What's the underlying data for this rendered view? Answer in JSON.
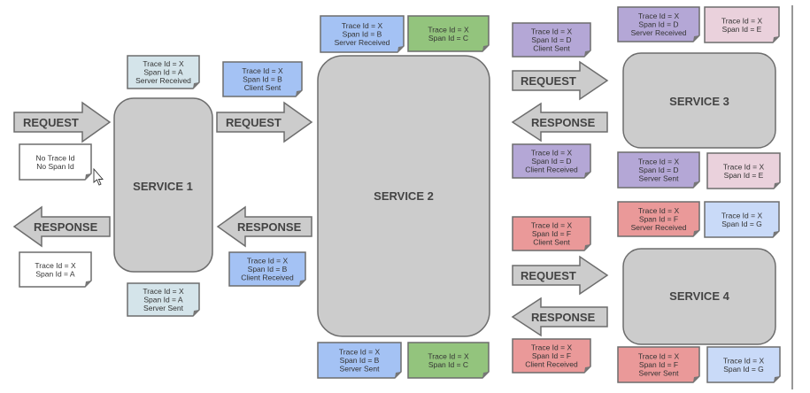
{
  "colors": {
    "service_fill": "#cccccc",
    "arrow_fill": "#cccccc",
    "outline": "#6d6d6d",
    "white_note": "#ffffff",
    "service1_note": "#d4e4ea",
    "span_b_note": "#a4c2f4",
    "span_c_note": "#93c47d",
    "span_d_note": "#b4a7d6",
    "span_e_note": "#ead1dc",
    "span_f_note": "#ea9999",
    "span_g_note": "#c9daf8"
  },
  "services": [
    {
      "id": "s1",
      "label": "SERVICE 1"
    },
    {
      "id": "s2",
      "label": "SERVICE 2"
    },
    {
      "id": "s3",
      "label": "SERVICE 3"
    },
    {
      "id": "s4",
      "label": "SERVICE 4"
    }
  ],
  "arrows": [
    {
      "id": "req-in",
      "dir": "right",
      "label": "REQUEST"
    },
    {
      "id": "resp-out",
      "dir": "left",
      "label": "RESPONSE"
    },
    {
      "id": "req-s1-s2",
      "dir": "right",
      "label": "REQUEST"
    },
    {
      "id": "resp-s2-s1",
      "dir": "left",
      "label": "RESPONSE"
    },
    {
      "id": "req-s2-s3",
      "dir": "right",
      "label": "REQUEST"
    },
    {
      "id": "resp-s3-s2",
      "dir": "left",
      "label": "RESPONSE"
    },
    {
      "id": "req-s2-s4",
      "dir": "right",
      "label": "REQUEST"
    },
    {
      "id": "resp-s4-s2",
      "dir": "left",
      "label": "RESPONSE"
    }
  ],
  "notes": [
    {
      "id": "incoming",
      "color": "white_note",
      "lines": [
        "No Trace Id",
        "No Span Id"
      ]
    },
    {
      "id": "outgoing",
      "color": "white_note",
      "lines": [
        "Trace Id = X",
        "Span Id = A"
      ]
    },
    {
      "id": "s1-sr",
      "color": "service1_note",
      "lines": [
        "Trace Id = X",
        "Span Id = A",
        "Server Received"
      ]
    },
    {
      "id": "s1-ss",
      "color": "service1_note",
      "lines": [
        "Trace Id = X",
        "Span Id = A",
        "Server Sent"
      ]
    },
    {
      "id": "s1-cs",
      "color": "span_b_note",
      "lines": [
        "Trace Id = X",
        "Span Id = B",
        "Client Sent"
      ]
    },
    {
      "id": "s1-cr",
      "color": "span_b_note",
      "lines": [
        "Trace Id = X",
        "Span Id = B",
        "Client Received"
      ]
    },
    {
      "id": "s2-sr",
      "color": "span_b_note",
      "lines": [
        "Trace Id = X",
        "Span Id = B",
        "Server Received"
      ]
    },
    {
      "id": "s2-c-top",
      "color": "span_c_note",
      "lines": [
        "Trace Id = X",
        "Span Id = C"
      ]
    },
    {
      "id": "s2-ss",
      "color": "span_b_note",
      "lines": [
        "Trace Id = X",
        "Span Id = B",
        "Server Sent"
      ]
    },
    {
      "id": "s2-c-bottom",
      "color": "span_c_note",
      "lines": [
        "Trace Id = X",
        "Span Id = C"
      ]
    },
    {
      "id": "s2-d-cs",
      "color": "span_d_note",
      "lines": [
        "Trace Id = X",
        "Span Id = D",
        "Client Sent"
      ]
    },
    {
      "id": "s2-d-cr",
      "color": "span_d_note",
      "lines": [
        "Trace Id = X",
        "Span Id = D",
        "Client Received"
      ]
    },
    {
      "id": "s3-sr",
      "color": "span_d_note",
      "lines": [
        "Trace Id = X",
        "Span Id = D",
        "Server Received"
      ]
    },
    {
      "id": "s3-e-top",
      "color": "span_e_note",
      "lines": [
        "Trace Id = X",
        "Span Id = E"
      ]
    },
    {
      "id": "s3-ss",
      "color": "span_d_note",
      "lines": [
        "Trace Id = X",
        "Span Id = D",
        "Server Sent"
      ]
    },
    {
      "id": "s3-e-bottom",
      "color": "span_e_note",
      "lines": [
        "Trace Id = X",
        "Span Id = E"
      ]
    },
    {
      "id": "s2-f-cs",
      "color": "span_f_note",
      "lines": [
        "Trace Id = X",
        "Span Id = F",
        "Client Sent"
      ]
    },
    {
      "id": "s2-f-cr",
      "color": "span_f_note",
      "lines": [
        "Trace Id = X",
        "Span Id = F",
        "Client Received"
      ]
    },
    {
      "id": "s4-sr",
      "color": "span_f_note",
      "lines": [
        "Trace Id = X",
        "Span Id = F",
        "Server Received"
      ]
    },
    {
      "id": "s4-g-top",
      "color": "span_g_note",
      "lines": [
        "Trace Id = X",
        "Span Id = G"
      ]
    },
    {
      "id": "s4-ss",
      "color": "span_f_note",
      "lines": [
        "Trace Id = X",
        "Span Id = F",
        "Server Sent"
      ]
    },
    {
      "id": "s4-g-bottom",
      "color": "span_g_note",
      "lines": [
        "Trace Id = X",
        "Span Id = G"
      ]
    }
  ]
}
